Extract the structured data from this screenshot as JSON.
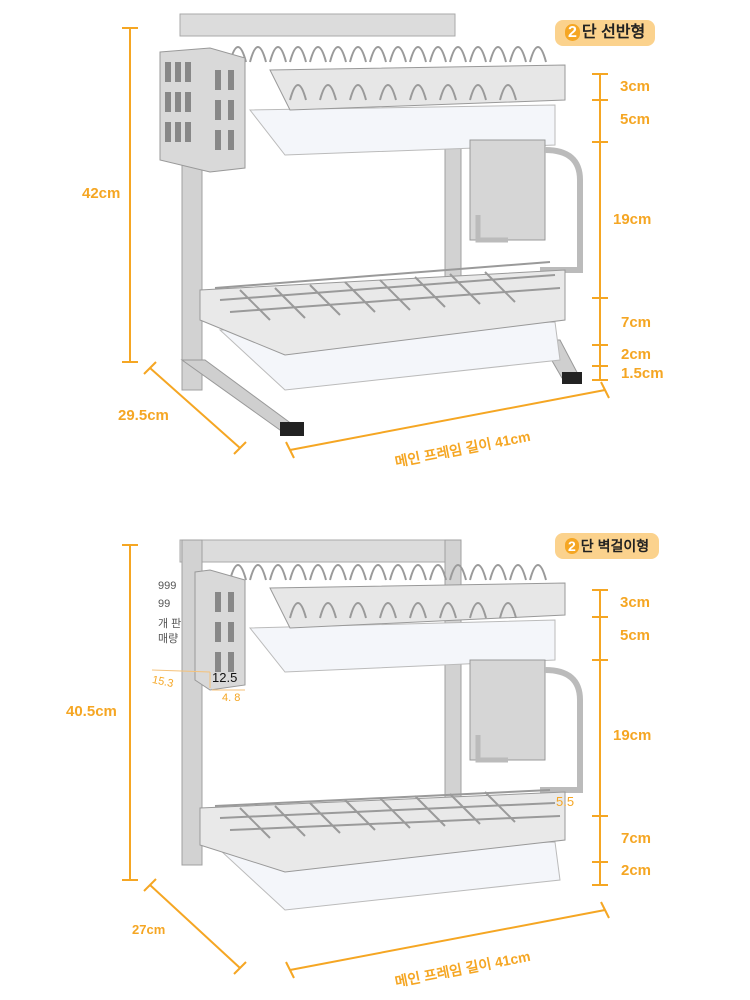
{
  "shelf": {
    "title_prefix": "2",
    "title_suffix": "단 선반형",
    "height": "42cm",
    "depth": "29.5cm",
    "length": "메인 프레임 길이 41cm",
    "spacings": [
      "3cm",
      "5cm",
      "19cm",
      "7cm",
      "2cm",
      "1.5cm"
    ]
  },
  "wall": {
    "title_prefix": "2",
    "title_suffix": "단 벽걸이형",
    "height": "40.5cm",
    "depth": "27cm",
    "length": "메인 프레임 길이 41cm",
    "spacings": [
      "3cm",
      "5cm",
      "19cm",
      "7cm",
      "2cm"
    ],
    "notes": {
      "n1": "999",
      "n2": "99",
      "n3": "개 판",
      "n4": "매량",
      "n5": "15.3",
      "n6": "12.5",
      "n7": "4. 8",
      "n8": "5.5"
    }
  },
  "colors": {
    "accent": "#f5a623",
    "badge_bg": "#fbd28d",
    "steel": "#c9c9c9"
  },
  "icons": [
    "dish-rack-illustration",
    "utensil-holder-icon",
    "cutting-board-holder-icon"
  ]
}
